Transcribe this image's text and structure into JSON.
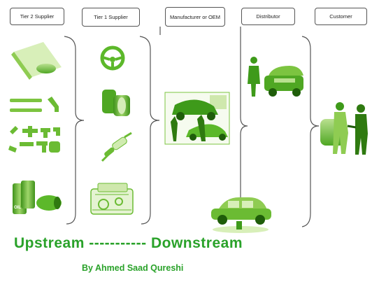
{
  "stages": [
    {
      "label": "Tier 2 Supplier"
    },
    {
      "label": "Tier 1 Supplier"
    },
    {
      "label": "Manufacturer or OEM"
    },
    {
      "label": "Distributor"
    },
    {
      "label": "Customer"
    }
  ],
  "caption": "Upstream ----------- Downstream",
  "author": "By Ahmed Saad Qureshi",
  "icons": {
    "tier2": [
      "plastic-film-roll-icon",
      "pipes-icon",
      "pipe-fittings-icon",
      "oil-drums-icon"
    ],
    "tier1": [
      "steering-wheel-icon",
      "tires-icon",
      "exhaust-pipe-icon",
      "engine-icon"
    ],
    "manufacturer": [
      "assembly-line-icon"
    ],
    "distributor": [
      "car-dealer-icon"
    ],
    "customer": [
      "customer-handshake-icon"
    ],
    "bottom": [
      "car-on-lift-icon"
    ]
  },
  "colors": {
    "accent": "#2aa22a",
    "icon_green": "#5cb82a",
    "icon_light": "#a8d878",
    "line": "#555555"
  }
}
